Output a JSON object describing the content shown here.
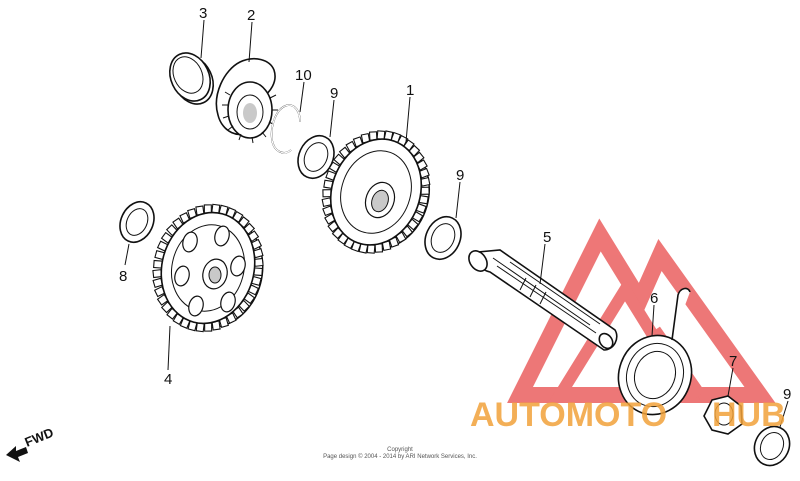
{
  "parts": {
    "p1": "1",
    "p2": "2",
    "p3": "3",
    "p4": "4",
    "p5": "5",
    "p6": "6",
    "p7": "7",
    "p8": "8",
    "p9a": "9",
    "p9b": "9",
    "p9c": "9",
    "p10": "10"
  },
  "direction_label": "FWD",
  "copyright": {
    "line1": "Copyright",
    "line2": "Page design © 2004 - 2014 by ARI Network Services, Inc."
  },
  "watermark": {
    "part1": "AUTOMOTO",
    "part2": "HUB",
    "color_red": "#e84a4a",
    "color_orange": "#f2a23a"
  }
}
